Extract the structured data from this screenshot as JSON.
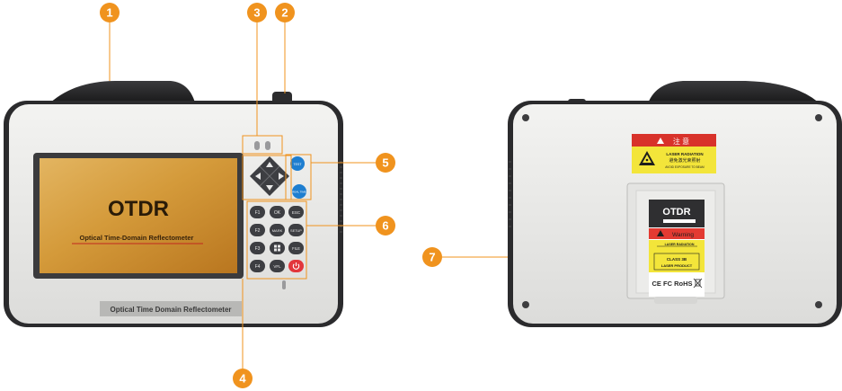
{
  "front": {
    "screen_title": "OTDR",
    "screen_subtitle": "Optical Time-Domain Reflectometer",
    "bottom_label": "Optical Time Domain Reflectometer",
    "buttons": {
      "test": "TEST",
      "realtime": "REAL TIME",
      "f1": "F1",
      "ok": "OK",
      "esc": "ESC",
      "f2": "F2",
      "mark": "MARK",
      "setup": "SETUP",
      "f3": "F3",
      "file": "FILE",
      "f4": "F4",
      "vfl": "VFL"
    }
  },
  "back": {
    "caution_header": "注 意",
    "laser_radiation": "LASER RADIATION",
    "laser_cn": "避免激光束照射",
    "avoid_exposure": "AVOID EXPOSURE TO BEAM",
    "model_label": "OTDR",
    "warning_label": "Warning",
    "small_laser_radiation": "LASER RADIATION",
    "class_label": "CLASS 3B",
    "laser_product": "LASER PRODUCT",
    "cert_marks": "CE FC RoHS"
  },
  "callouts": [
    "1",
    "2",
    "3",
    "4",
    "5",
    "6",
    "7"
  ],
  "colors": {
    "callout": "#f0931e",
    "body": "#e9e9e7",
    "bumper": "#2b2b2d",
    "screen": "#d59c35",
    "key": "#3d3e42",
    "blue_key": "#1e7ed0",
    "power_key": "#e2363b",
    "label_yellow": "#f3e53a"
  }
}
